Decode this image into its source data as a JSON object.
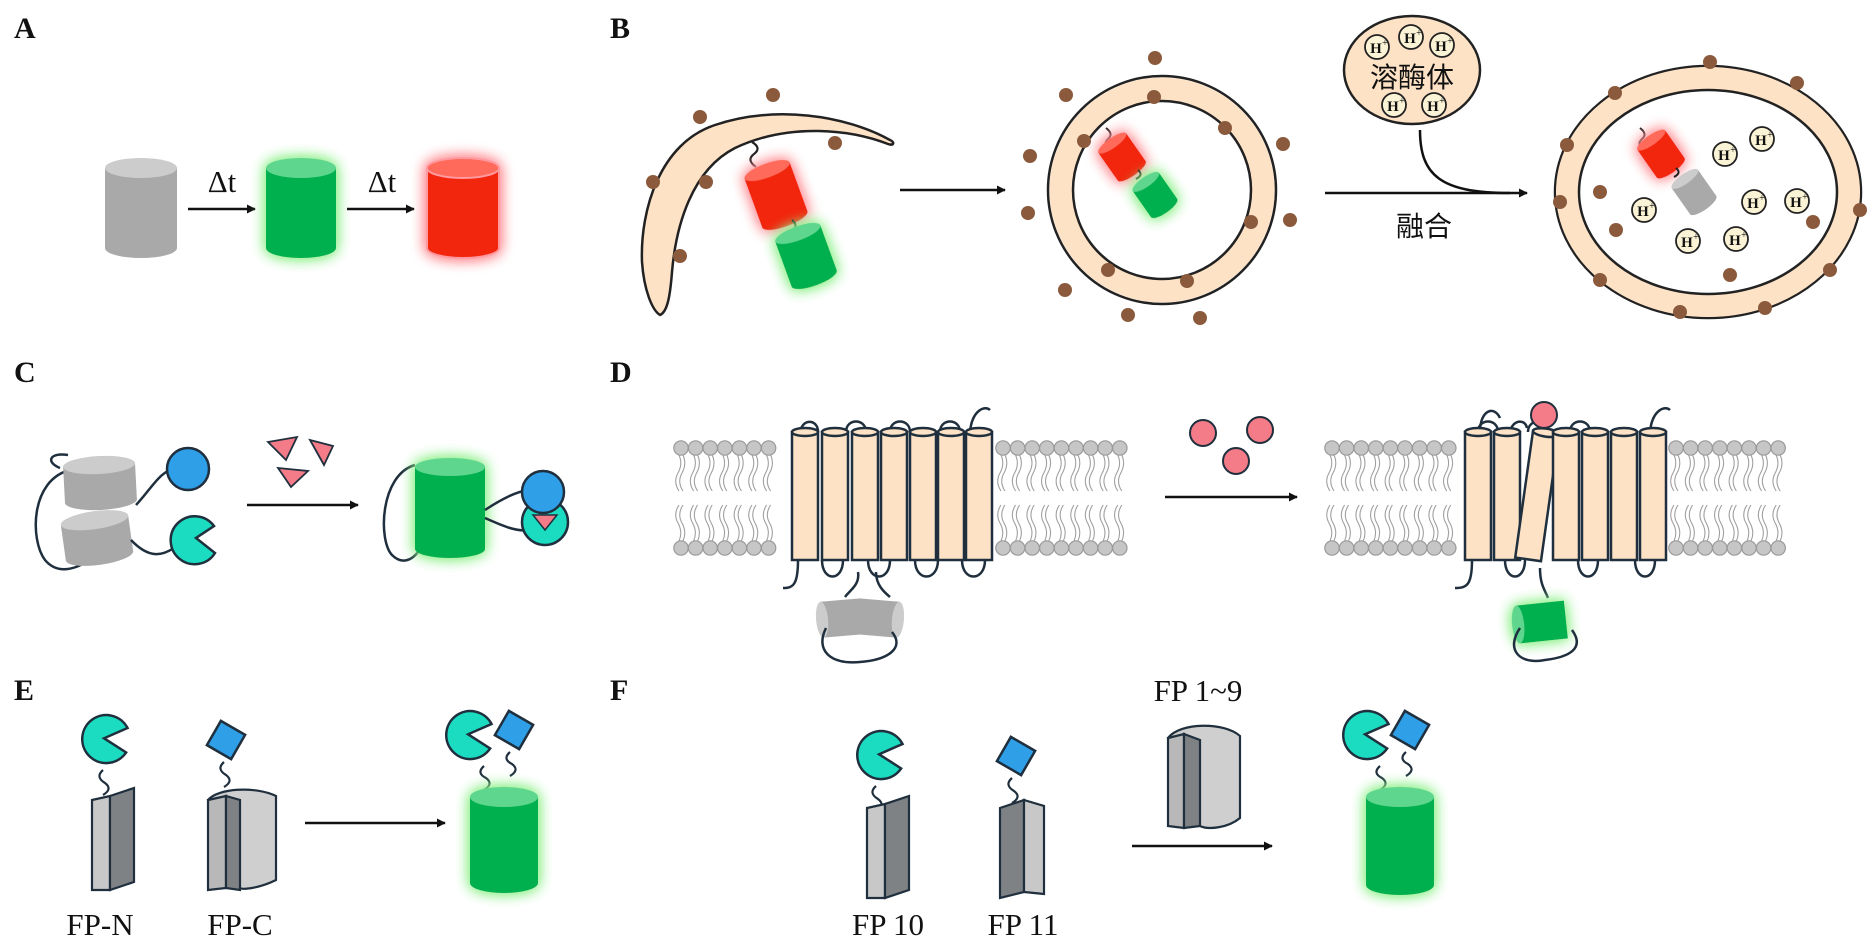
{
  "panels": {
    "A": {
      "label": "A",
      "step1": "Δt",
      "step2": "Δt"
    },
    "B": {
      "label": "B",
      "lysosome": "溶酶体",
      "fusion": "融合",
      "ion": "H+"
    },
    "C": {
      "label": "C"
    },
    "D": {
      "label": "D"
    },
    "E": {
      "label": "E",
      "fragment_n": "FP-N",
      "fragment_c": "FP-C"
    },
    "F": {
      "label": "F",
      "strand10": "FP 10",
      "strand11": "FP 11",
      "barrel": "FP 1~9"
    }
  },
  "colors": {
    "gray": "#a9a9a9",
    "green": "#00b04f",
    "red": "#f22510",
    "membrane": "#fde2c6",
    "dot": "#8b5a3c",
    "blue": "#2f9fe8",
    "teal": "#1bdcc1",
    "pink": "#f37c88",
    "outline": "#1f2f3d"
  }
}
